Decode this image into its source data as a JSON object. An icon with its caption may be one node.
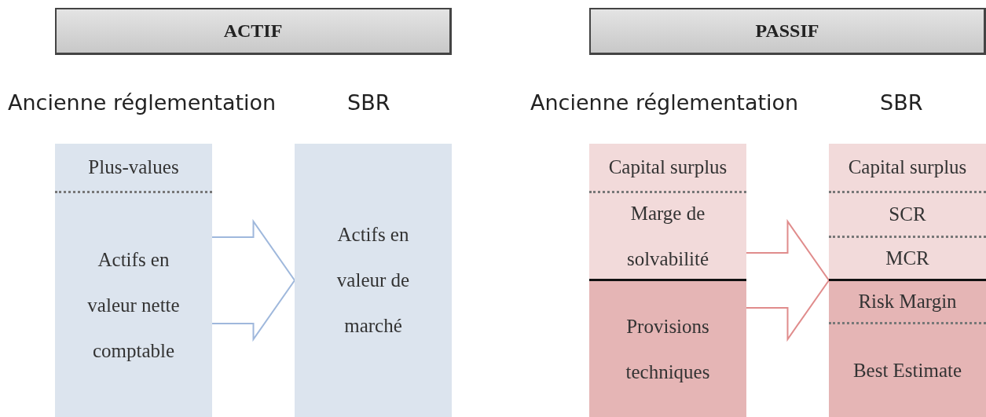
{
  "diagram": {
    "nodes": [
      {
        "text": [
          "ACTIF"
        ]
      },
      {
        "text": [
          "PASSIF"
        ]
      },
      {
        "text": [],
        "shape": "box"
      },
      {
        "text": [
          "Plus-values"
        ],
        "in": 2
      },
      {
        "text": [
          "Actifs en valeur nette comptable"
        ],
        "in": 2
      },
      {
        "text": [
          "Actifs en valeur de marché"
        ]
      },
      {
        "text": [],
        "shape": "box"
      },
      {
        "text": [
          "Capital surplus"
        ],
        "in": 6
      },
      {
        "text": [
          "Marge de solvabilité"
        ],
        "in": 6
      },
      {
        "text": [
          "Provisions techniques"
        ],
        "in": 6
      },
      {
        "text": [],
        "shape": "box"
      },
      {
        "text": [
          "Capital surplus"
        ],
        "in": 10
      },
      {
        "text": [
          "SCR"
        ],
        "in": 10
      },
      {
        "text": [
          "MCR"
        ],
        "in": 10
      },
      {
        "text": [
          "Risk Margin"
        ],
        "in": 10
      },
      {
        "text": [
          "Best Estimate"
        ],
        "in": 10
      }
    ],
    "edges": [
      {
        "from": 2,
        "to": 5,
        "arrow": "to",
        "style": "thick",
        "color": "#9fb8dc"
      },
      {
        "from": 6,
        "to": 10,
        "arrow": "to",
        "style": "thick",
        "color": "#e08c8c"
      }
    ],
    "labels": [
      "Ancienne réglementation",
      "SBR",
      "Ancienne réglementation",
      "SBR"
    ]
  }
}
